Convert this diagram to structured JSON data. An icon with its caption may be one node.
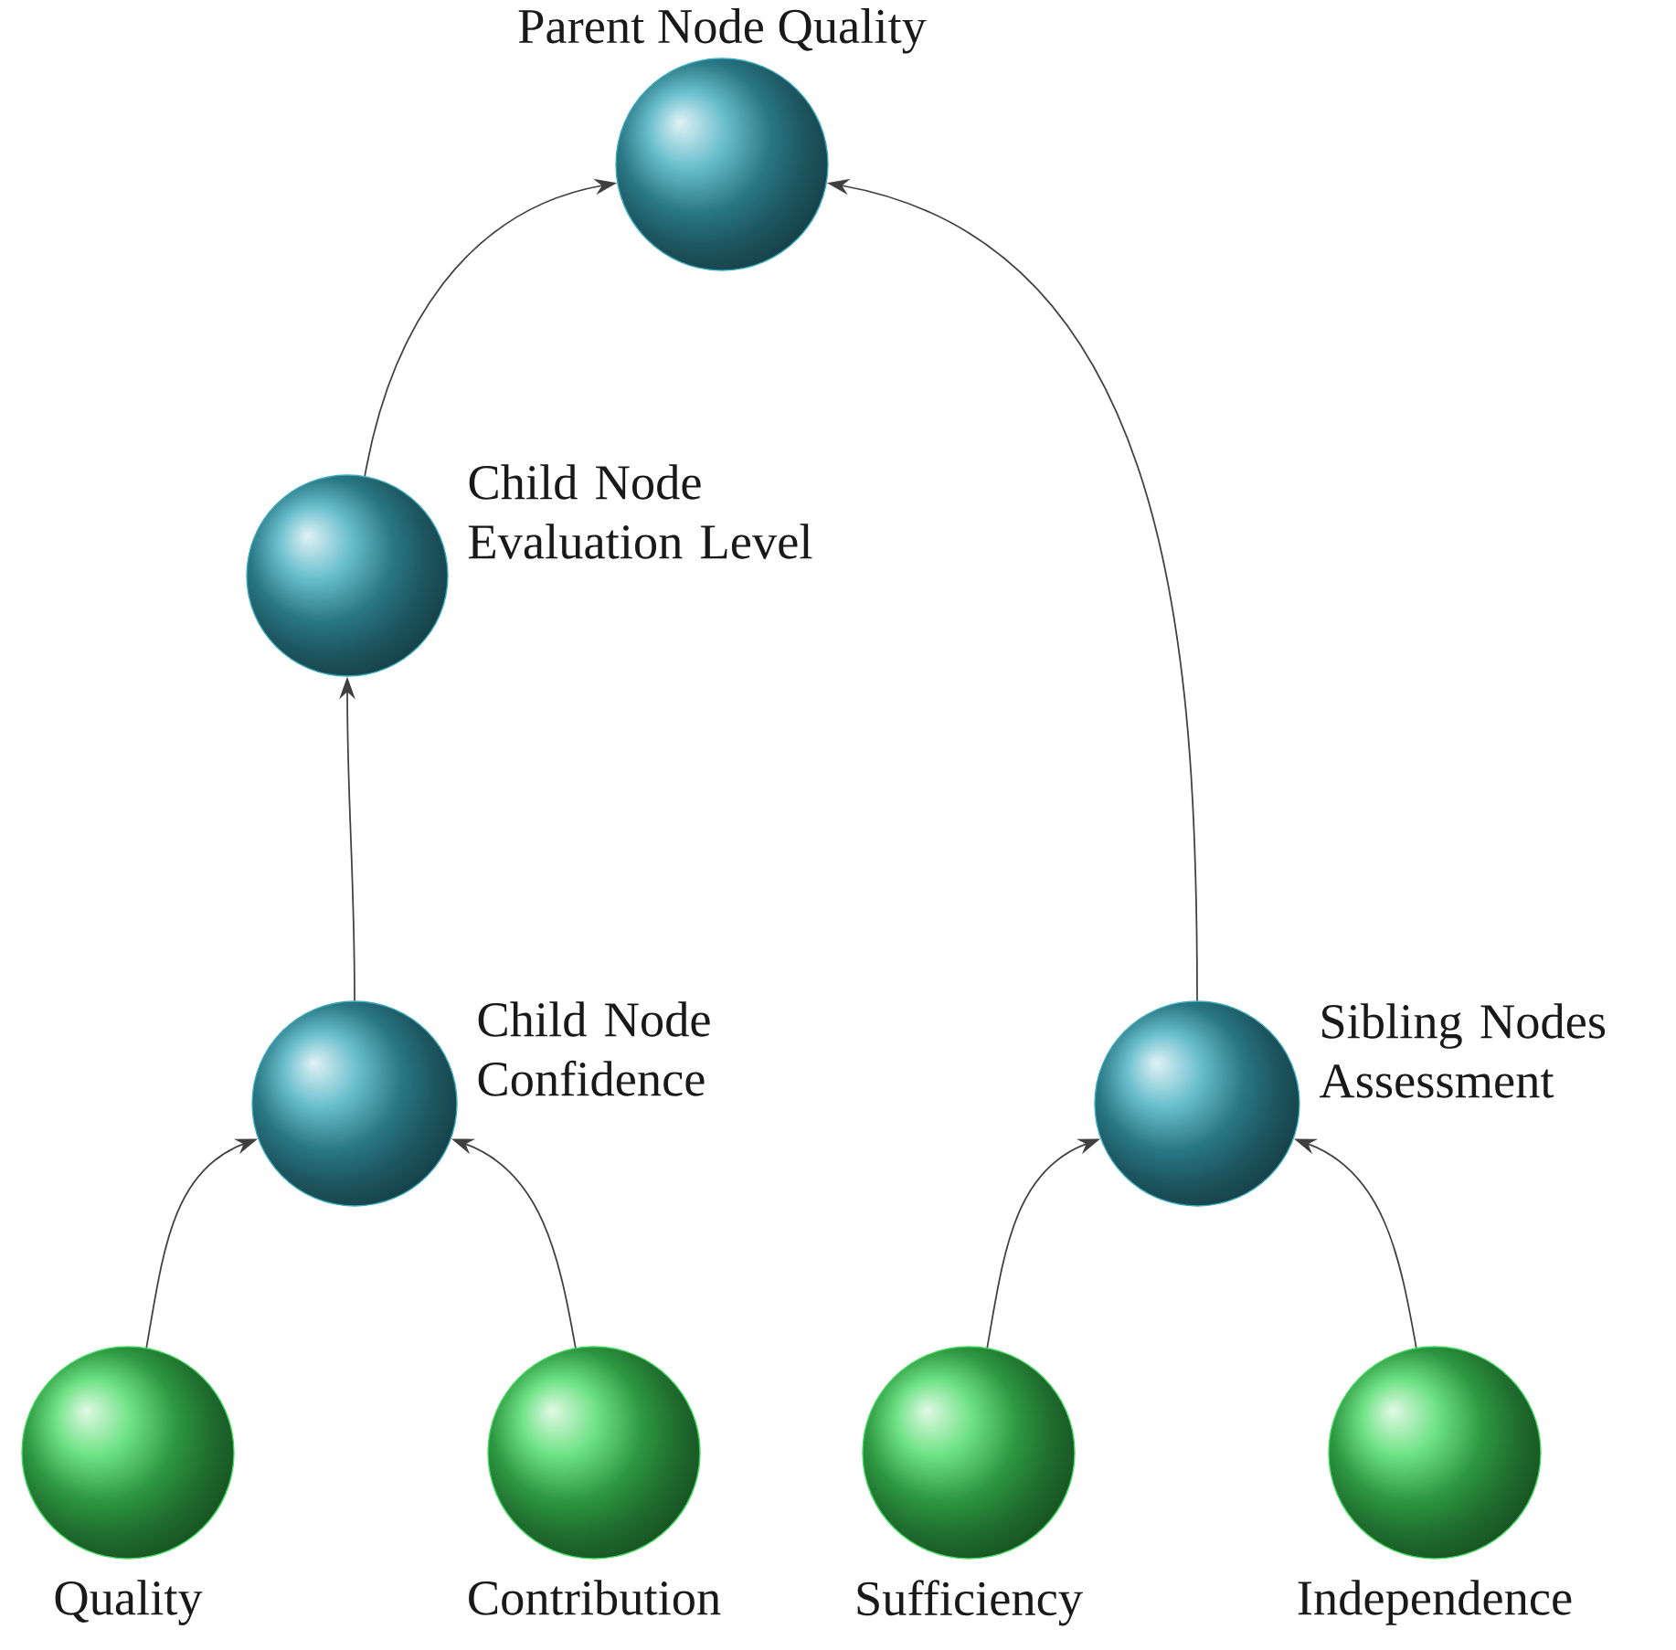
{
  "diagram": {
    "nodes": [
      {
        "text": [
          "Parent Node Quality"
        ]
      },
      {
        "text": [
          "Child Node Evaluation Level"
        ]
      },
      {
        "text": [
          "Child Node Confidence"
        ]
      },
      {
        "text": [
          "Sibling Nodes Assessment"
        ]
      },
      {
        "text": [
          "Quality"
        ]
      },
      {
        "text": [
          "Contribution"
        ]
      },
      {
        "text": [
          "Sufficiency"
        ]
      },
      {
        "text": [
          "Independence"
        ]
      }
    ],
    "edges": [
      {
        "from": 1,
        "to": 0,
        "arrow": "to"
      },
      {
        "from": 2,
        "to": 1,
        "arrow": "to"
      },
      {
        "from": 3,
        "to": 0,
        "arrow": "to"
      },
      {
        "from": 4,
        "to": 2,
        "arrow": "to"
      },
      {
        "from": 5,
        "to": 2,
        "arrow": "to"
      },
      {
        "from": 6,
        "to": 3,
        "arrow": "to"
      },
      {
        "from": 7,
        "to": 3,
        "arrow": "to"
      }
    ]
  }
}
